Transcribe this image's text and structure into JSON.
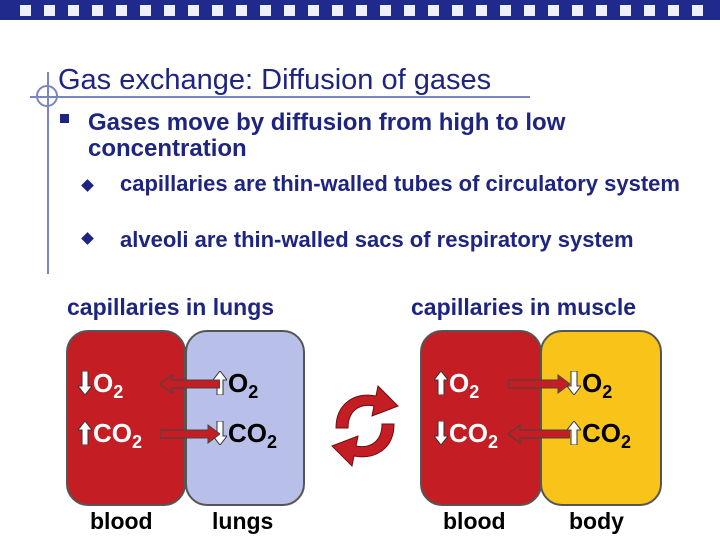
{
  "slide": {
    "title": "Gas exchange: Diffusion of gases",
    "bullet": "Gases move by diffusion from high to low concentration",
    "sub_bullets": [
      "capillaries are thin-walled tubes of circulatory system",
      "alveoli are thin-walled sacs of respiratory system"
    ]
  },
  "lungs_panel": {
    "heading": "capillaries in lungs",
    "left_label": "blood",
    "right_label": "lungs",
    "left_o2": "O",
    "left_co2": "CO",
    "right_o2": "O",
    "right_co2": "CO",
    "sub": "2"
  },
  "muscle_panel": {
    "heading": "capillaries in muscle",
    "left_label": "blood",
    "right_label": "body",
    "left_o2": "O",
    "left_co2": "CO",
    "right_o2": "O",
    "right_co2": "CO",
    "sub": "2"
  },
  "colors": {
    "title": "#1e2580",
    "blood": "#c41e24",
    "lungs": "#b8bfe8",
    "body": "#f8c41a",
    "arrow": "#c41e24",
    "topbar": "#1e2a8c"
  },
  "icons": [
    "up-arrow-icon",
    "down-arrow-icon",
    "left-arrow-icon",
    "right-arrow-icon",
    "cycle-arrows-icon"
  ]
}
